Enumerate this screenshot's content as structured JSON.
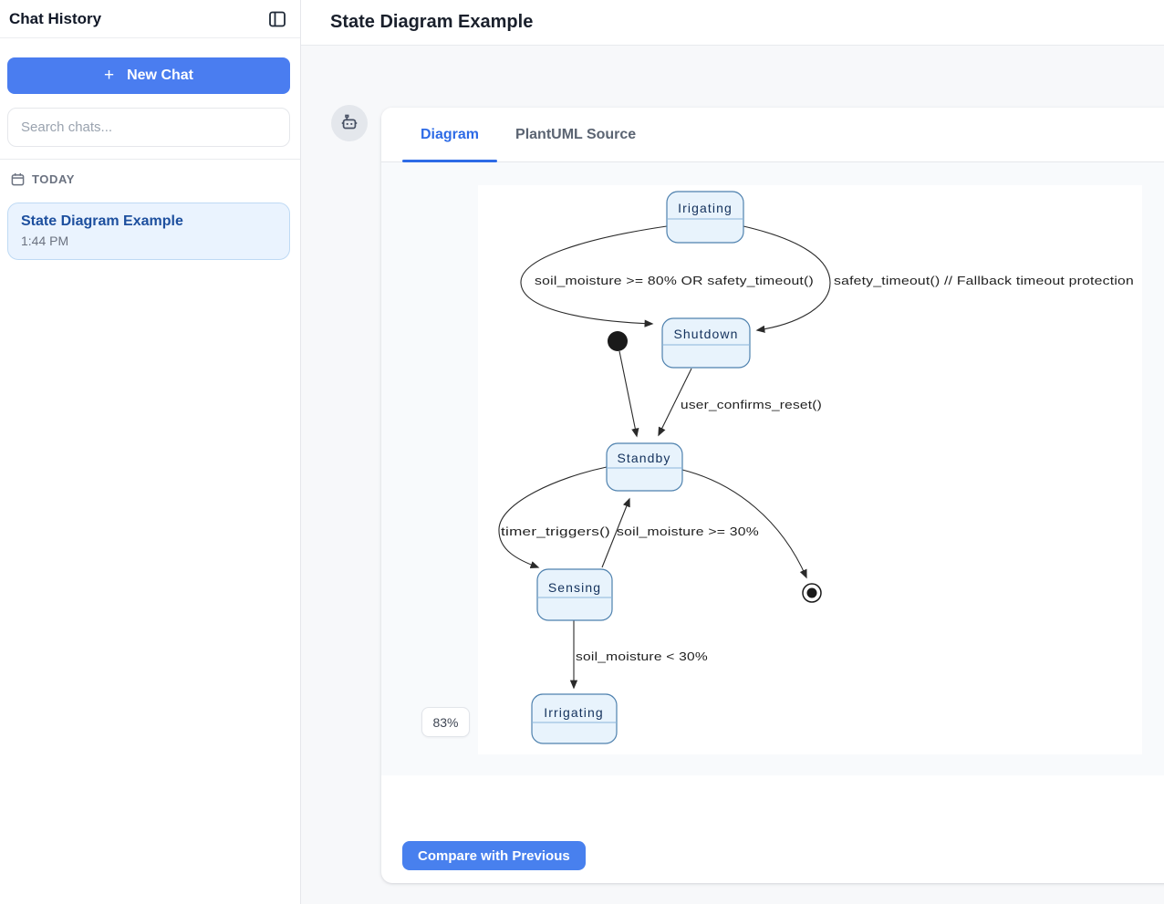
{
  "sidebar": {
    "title": "Chat History",
    "new_chat": {
      "plus_icon": "+",
      "label": "New Chat"
    },
    "search": {
      "placeholder": "Search chats..."
    },
    "section_label": "TODAY",
    "chats": [
      {
        "title": "State Diagram Example",
        "time": "1:44 PM"
      }
    ]
  },
  "header": {
    "title": "State Diagram Example"
  },
  "card": {
    "tabs": [
      {
        "label": "Diagram",
        "active": true
      },
      {
        "label": "PlantUML Source",
        "active": false
      }
    ],
    "zoom_level": "83%",
    "compare_button_label": "Compare with Previous"
  },
  "diagram": {
    "states": [
      {
        "id": "irigating_top",
        "label": "Irigating"
      },
      {
        "id": "shutdown",
        "label": "Shutdown"
      },
      {
        "id": "standby",
        "label": "Standby"
      },
      {
        "id": "sensing",
        "label": "Sensing"
      },
      {
        "id": "irrigating_bottom",
        "label": "Irrigating"
      }
    ],
    "transitions": [
      {
        "from": "Irigating",
        "to": "Shutdown",
        "label": "soil_moisture >= 80% OR safety_timeout()"
      },
      {
        "from": "Irigating",
        "to": "Shutdown",
        "label": "safety_timeout() // Fallback timeout protection"
      },
      {
        "from": "Shutdown",
        "to": "Standby",
        "label": "user_confirms_reset()"
      },
      {
        "from": "Standby",
        "to": "Sensing",
        "label": "timer_triggers()"
      },
      {
        "from": "Sensing",
        "to": "Standby",
        "label": "soil_moisture >= 30%"
      },
      {
        "from": "Sensing",
        "to": "Irrigating",
        "label": "soil_moisture < 30%"
      },
      {
        "from": "initial",
        "to": "Standby",
        "label": ""
      },
      {
        "from": "Standby",
        "to": "final",
        "label": ""
      }
    ]
  },
  "colors": {
    "accent_blue": "#4a7df0",
    "tab_active_blue": "#2e6be6",
    "chat_item_bg": "#eaf3fe",
    "chat_item_border": "#bfdaf4",
    "chat_item_title": "#1d4f9e",
    "state_fill": "#e8f3fc",
    "state_border": "#4e81ae",
    "state_divider": "#8ab6da",
    "state_text": "#13315c",
    "edge_color": "#2a2a2a",
    "viewer_bg": "#f8fafc"
  }
}
